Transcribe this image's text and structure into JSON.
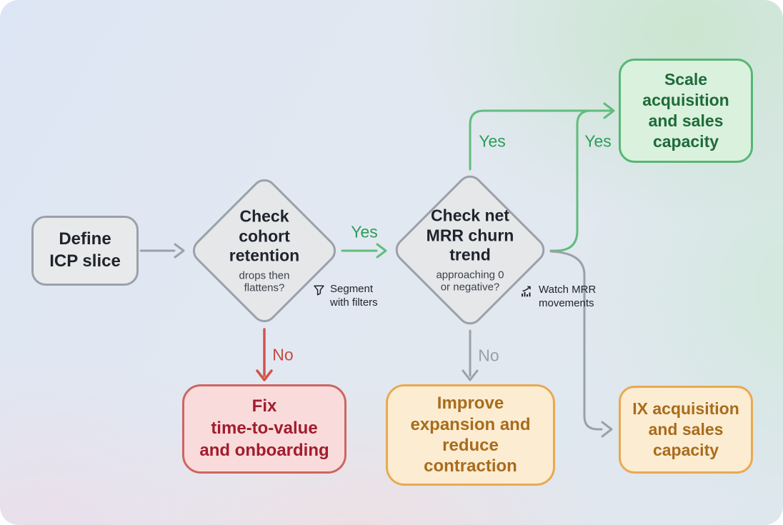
{
  "nodes": {
    "define": {
      "label": "Define\nICP slice"
    },
    "cohort": {
      "title": "Check\ncohort\nretention",
      "subtitle": "drops then\nflattens?"
    },
    "churn": {
      "title": "Check net\nMRR churn\ntrend",
      "subtitle": "approaching 0\nor negative?"
    },
    "scale": {
      "label": "Scale\nacquisition\nand sales\ncapacity"
    },
    "fix": {
      "label": "Fix\ntime-to-value\nand onboarding"
    },
    "improve": {
      "label": "Improve\nexpansion and\nreduce\ncontraction"
    },
    "ix": {
      "label": "IX acquisition\nand sales\ncapacity"
    }
  },
  "edge_labels": {
    "yes_cohort": "Yes",
    "yes_churn_top": "Yes",
    "yes_churn_right": "Yes",
    "no_cohort": "No",
    "no_churn": "No"
  },
  "annotations": {
    "segment": {
      "icon": "funnel-icon",
      "text": "Segment\nwith filters"
    },
    "watch": {
      "icon": "trend-chart-icon",
      "text": "Watch MRR\nmovements"
    }
  },
  "colors": {
    "gray_line": "#9aa1aa",
    "gray_node_fill": "#e8e9eb",
    "dark_text": "#1f232b",
    "green_line": "#62bc7c",
    "green_label": "#2d9d58",
    "green_node_border": "#57b674",
    "green_node_fill": "#d9f1dd",
    "green_node_text": "#1e6b39",
    "red_line": "#d2544e",
    "red_label": "#c74a43",
    "red_node_border": "#cd6661",
    "red_node_fill": "#f9dbdb",
    "red_node_text": "#a11d2e",
    "orange_node_border": "#e9a951",
    "orange_node_fill": "#fcecd2",
    "orange_node_text": "#a86c1c",
    "gray_label": "#98a0a8"
  }
}
